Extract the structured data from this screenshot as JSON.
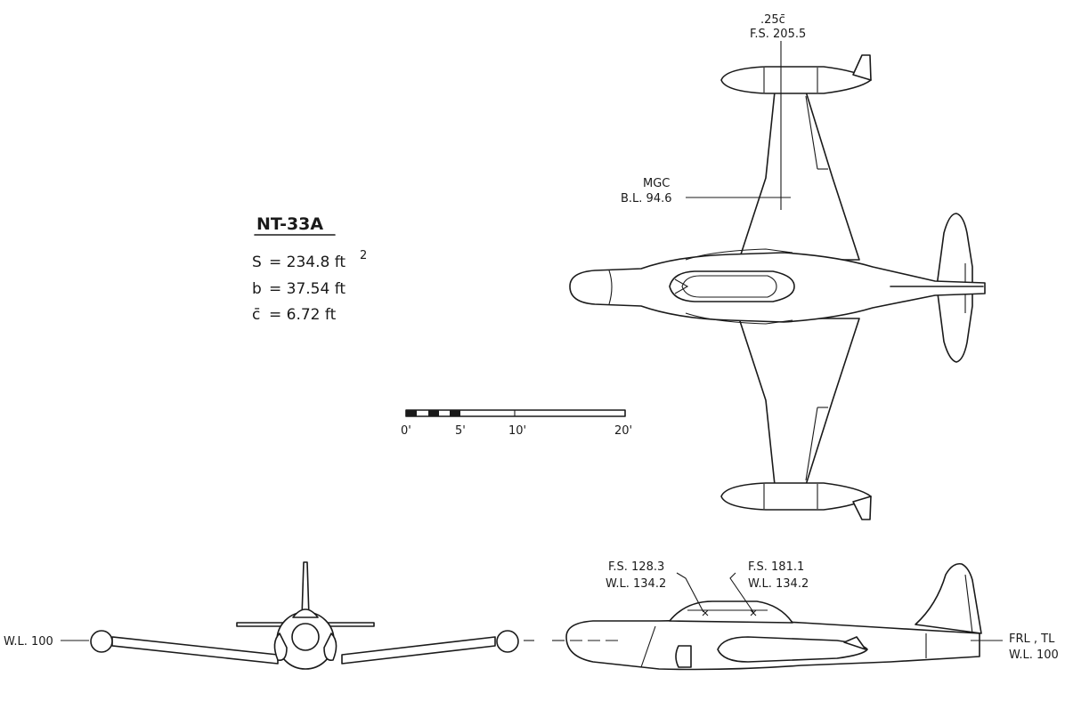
{
  "specs": {
    "title": "NT-33A",
    "area_label": "S",
    "area_value": "= 234.8 ft",
    "area_exp": "2",
    "span_label": "b",
    "span_value": "= 37.54 ft",
    "chord_label": "c̄",
    "chord_value": "= 6.72 ft"
  },
  "scale_bar": {
    "ticks": [
      "0'",
      "5'",
      "10'",
      "20'"
    ]
  },
  "plan_view": {
    "quarter_chord_label": ".25c̄",
    "quarter_chord_fs": "F.S. 205.5",
    "mgc_label": "MGC",
    "mgc_bl": "B.L. 94.6"
  },
  "front_view": {
    "waterline": "W.L. 100"
  },
  "side_view": {
    "point1_fs": "F.S. 128.3",
    "point1_wl": "W.L. 134.2",
    "point2_fs": "F.S. 181.1",
    "point2_wl": "W.L. 134.2",
    "ref_line": "FRL , TL",
    "ref_wl": "W.L. 100"
  }
}
